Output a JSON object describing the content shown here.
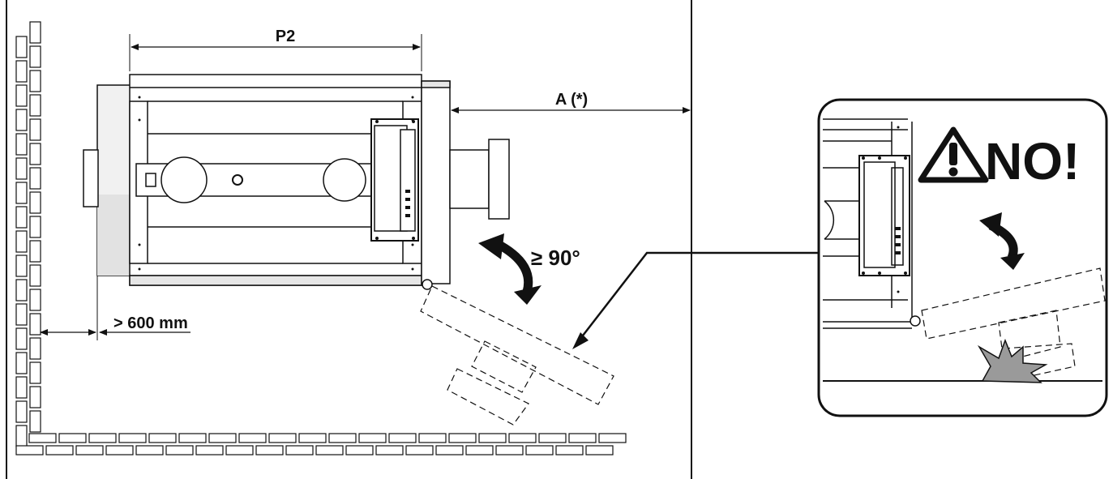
{
  "labels": {
    "p2": "P2",
    "a": "A (*)",
    "angle": "≥ 90°",
    "clearance": "> 600 mm",
    "no": "NO!"
  },
  "icons": {
    "warning": "warning-triangle-icon",
    "rotate": "curved-double-arrow-icon",
    "collision": "collision-burst-icon"
  },
  "colors": {
    "line": "#111111",
    "panel_gray": "#e6e6e6",
    "collision_gray": "#9a9a9a"
  }
}
